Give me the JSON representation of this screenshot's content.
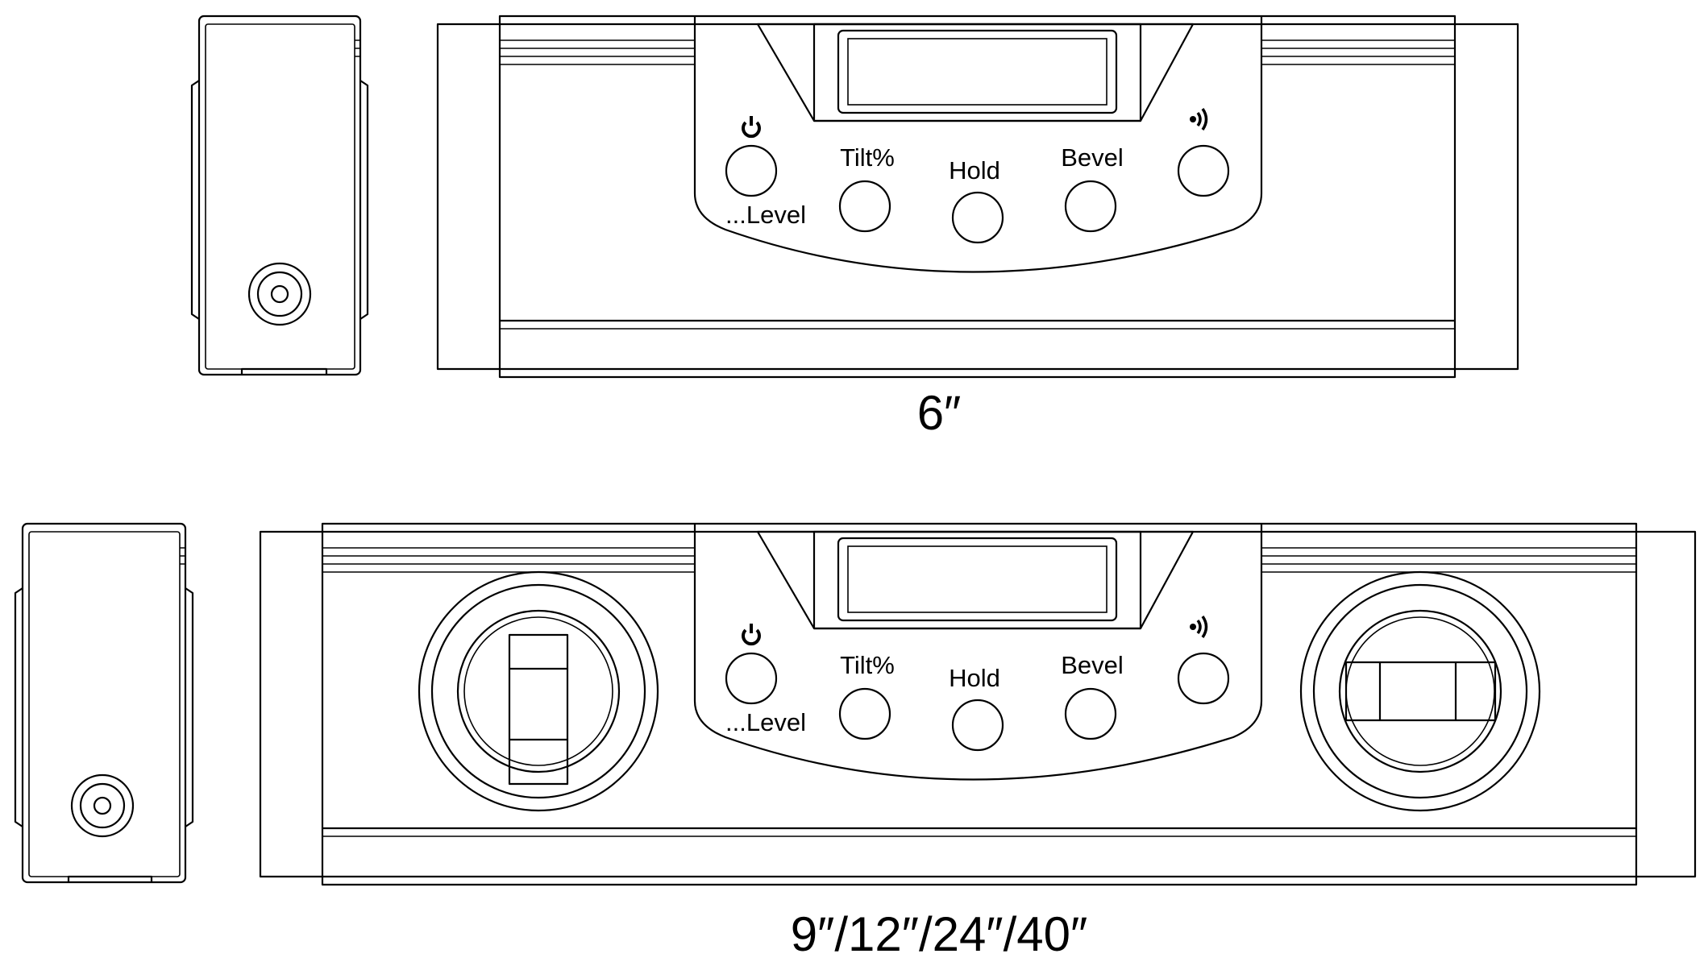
{
  "variants": [
    {
      "size_label": "6″",
      "buttons": {
        "tilt": "Tilt%",
        "hold": "Hold",
        "bevel": "Bevel",
        "level": "...Level"
      },
      "has_vials": false
    },
    {
      "size_label": "9″/12″/24″/40″",
      "buttons": {
        "tilt": "Tilt%",
        "hold": "Hold",
        "bevel": "Bevel",
        "level": "...Level"
      },
      "has_vials": true
    }
  ],
  "icons": [
    "power-icon",
    "sound-icon"
  ],
  "colors": {
    "line": "#000000",
    "background": "#ffffff"
  }
}
